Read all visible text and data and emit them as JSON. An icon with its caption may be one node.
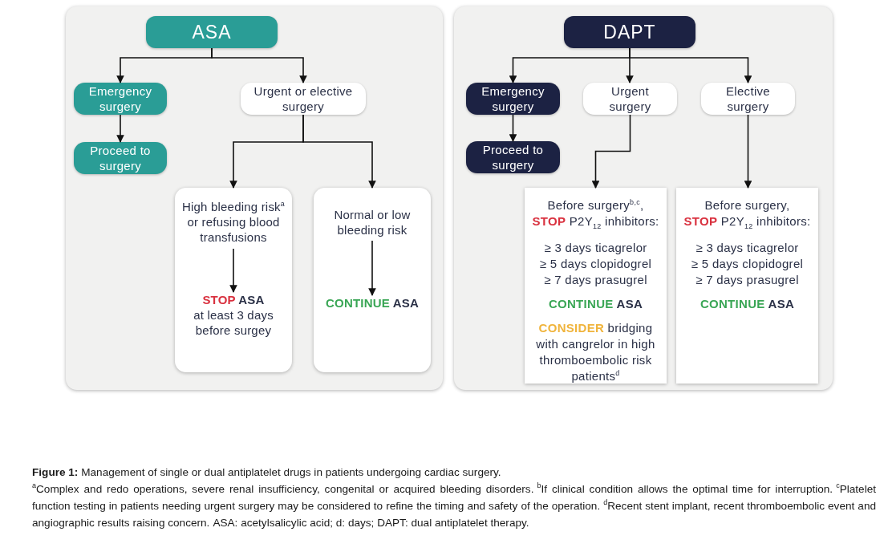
{
  "diagram": {
    "caption": "**Figure 1:** Management of single or dual antiplatelet drugs in patients undergoing cardiac surgery.",
    "nodes": [
      {
        "text": [],
        "shape": "box"
      },
      {
        "text": [
          "ASA"
        ],
        "in": 0
      },
      {
        "text": [
          "Emergency surgery"
        ],
        "in": 0
      },
      {
        "text": [
          "Urgent or elective surgery"
        ],
        "in": 0
      },
      {
        "text": [
          "Proceed to surgery"
        ],
        "in": 0
      },
      {
        "text": [],
        "shape": "box",
        "in": 0
      },
      {
        "text": [
          "High bleeding risk$^{a}$ or refusing blood transfusions"
        ],
        "in": 5
      },
      {
        "text": [
          "STOP ASA",
          "at least 3 days before surgey"
        ],
        "in": 5
      },
      {
        "text": [],
        "shape": "box",
        "in": 0
      },
      {
        "text": [
          "Normal or low bleeding risk"
        ],
        "in": 8
      },
      {
        "text": [
          "CONTINUE ASA"
        ],
        "in": 8
      },
      {
        "text": [],
        "shape": "box"
      },
      {
        "text": [
          "DAPT"
        ],
        "in": 11
      },
      {
        "text": [
          "Emergency surgery"
        ],
        "in": 11
      },
      {
        "text": [
          "Urgent surgery"
        ],
        "in": 11
      },
      {
        "text": [
          "Elective surgery"
        ],
        "in": 11
      },
      {
        "text": [
          "Proceed to surgery"
        ],
        "in": 11
      },
      {
        "text": [
          "Before surgery$^{b,c}$,",
          "**STOP** P2Y$_{12}$ inhibitors:",
          "≥ 3 days ticagrelor",
          "≥ 5 days clopidogrel",
          "≥ 7 days prasugrel",
          "CONTINUE ASA",
          "**CONSIDER** bridging with cangrelor in high thromboembolic risk patients$^{d}$"
        ],
        "in": 11
      },
      {
        "text": [
          "Before surgery,",
          "**STOP** P2Y$_{12}$ inhibitors:",
          "≥ 3 days ticagrelor",
          "≥ 5 days clopidogrel",
          "≥ 7 days prasugrel",
          "CONTINUE ASA"
        ],
        "in": 11
      }
    ],
    "edges": [
      {
        "from": 1,
        "to": 2,
        "arrow": "to"
      },
      {
        "from": 1,
        "to": 3,
        "arrow": "to"
      },
      {
        "from": 2,
        "to": 4,
        "arrow": "to"
      },
      {
        "from": 3,
        "to": 5,
        "arrow": "to"
      },
      {
        "from": 3,
        "to": 8,
        "arrow": "to"
      },
      {
        "from": 6,
        "to": 7,
        "arrow": "to"
      },
      {
        "from": 9,
        "to": 10,
        "arrow": "to"
      },
      {
        "from": 12,
        "to": 13,
        "arrow": "to"
      },
      {
        "from": 12,
        "to": 14,
        "arrow": "to"
      },
      {
        "from": 12,
        "to": 15,
        "arrow": "to"
      },
      {
        "from": 13,
        "to": 16,
        "arrow": "to"
      },
      {
        "from": 14,
        "to": 17,
        "arrow": "to"
      },
      {
        "from": 15,
        "to": 18,
        "arrow": "to"
      }
    ],
    "labels": [
      "$^{a}$Complex and redo operations, severe renal insufficiency, congenital or acquired bleeding disorders.",
      "$^{b}$If clinical condition allows the optimal time for interruption.",
      "$^{c}$Platelet function testing in patients needing urgent surgery may be considered to refine the timing and safety of the operation.",
      "$^{d}$Recent stent implant, recent thromboembolic event and angiographic results raising concern.",
      "ASA: acetylsalicylic acid; d: days; DAPT: dual antiplatelet therapy."
    ]
  }
}
